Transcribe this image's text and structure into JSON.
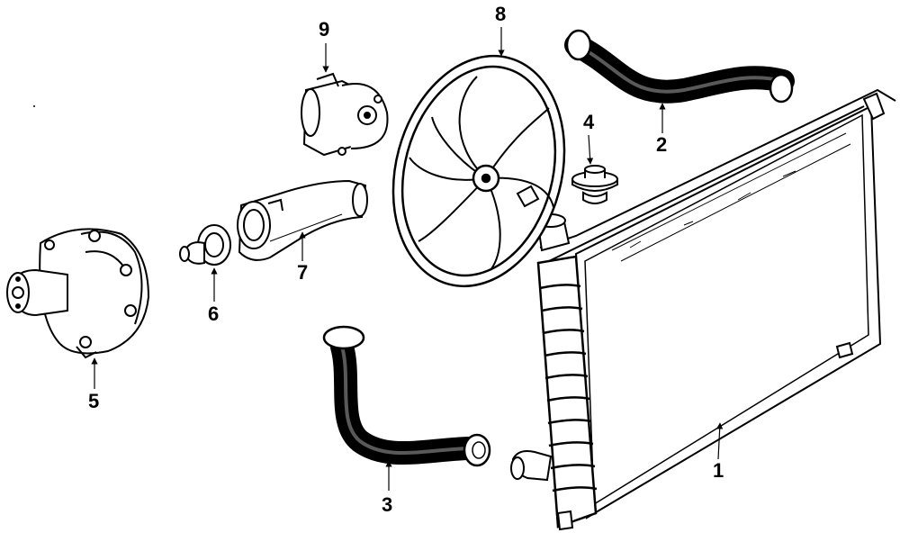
{
  "diagram": {
    "callouts": [
      {
        "id": "1",
        "label": "1"
      },
      {
        "id": "2",
        "label": "2"
      },
      {
        "id": "3",
        "label": "3"
      },
      {
        "id": "4",
        "label": "4"
      },
      {
        "id": "5",
        "label": "5"
      },
      {
        "id": "6",
        "label": "6"
      },
      {
        "id": "7",
        "label": "7"
      },
      {
        "id": "8",
        "label": "8"
      },
      {
        "id": "9",
        "label": "9"
      }
    ]
  },
  "colors": {
    "line": "#000000",
    "paper": "#ffffff"
  }
}
